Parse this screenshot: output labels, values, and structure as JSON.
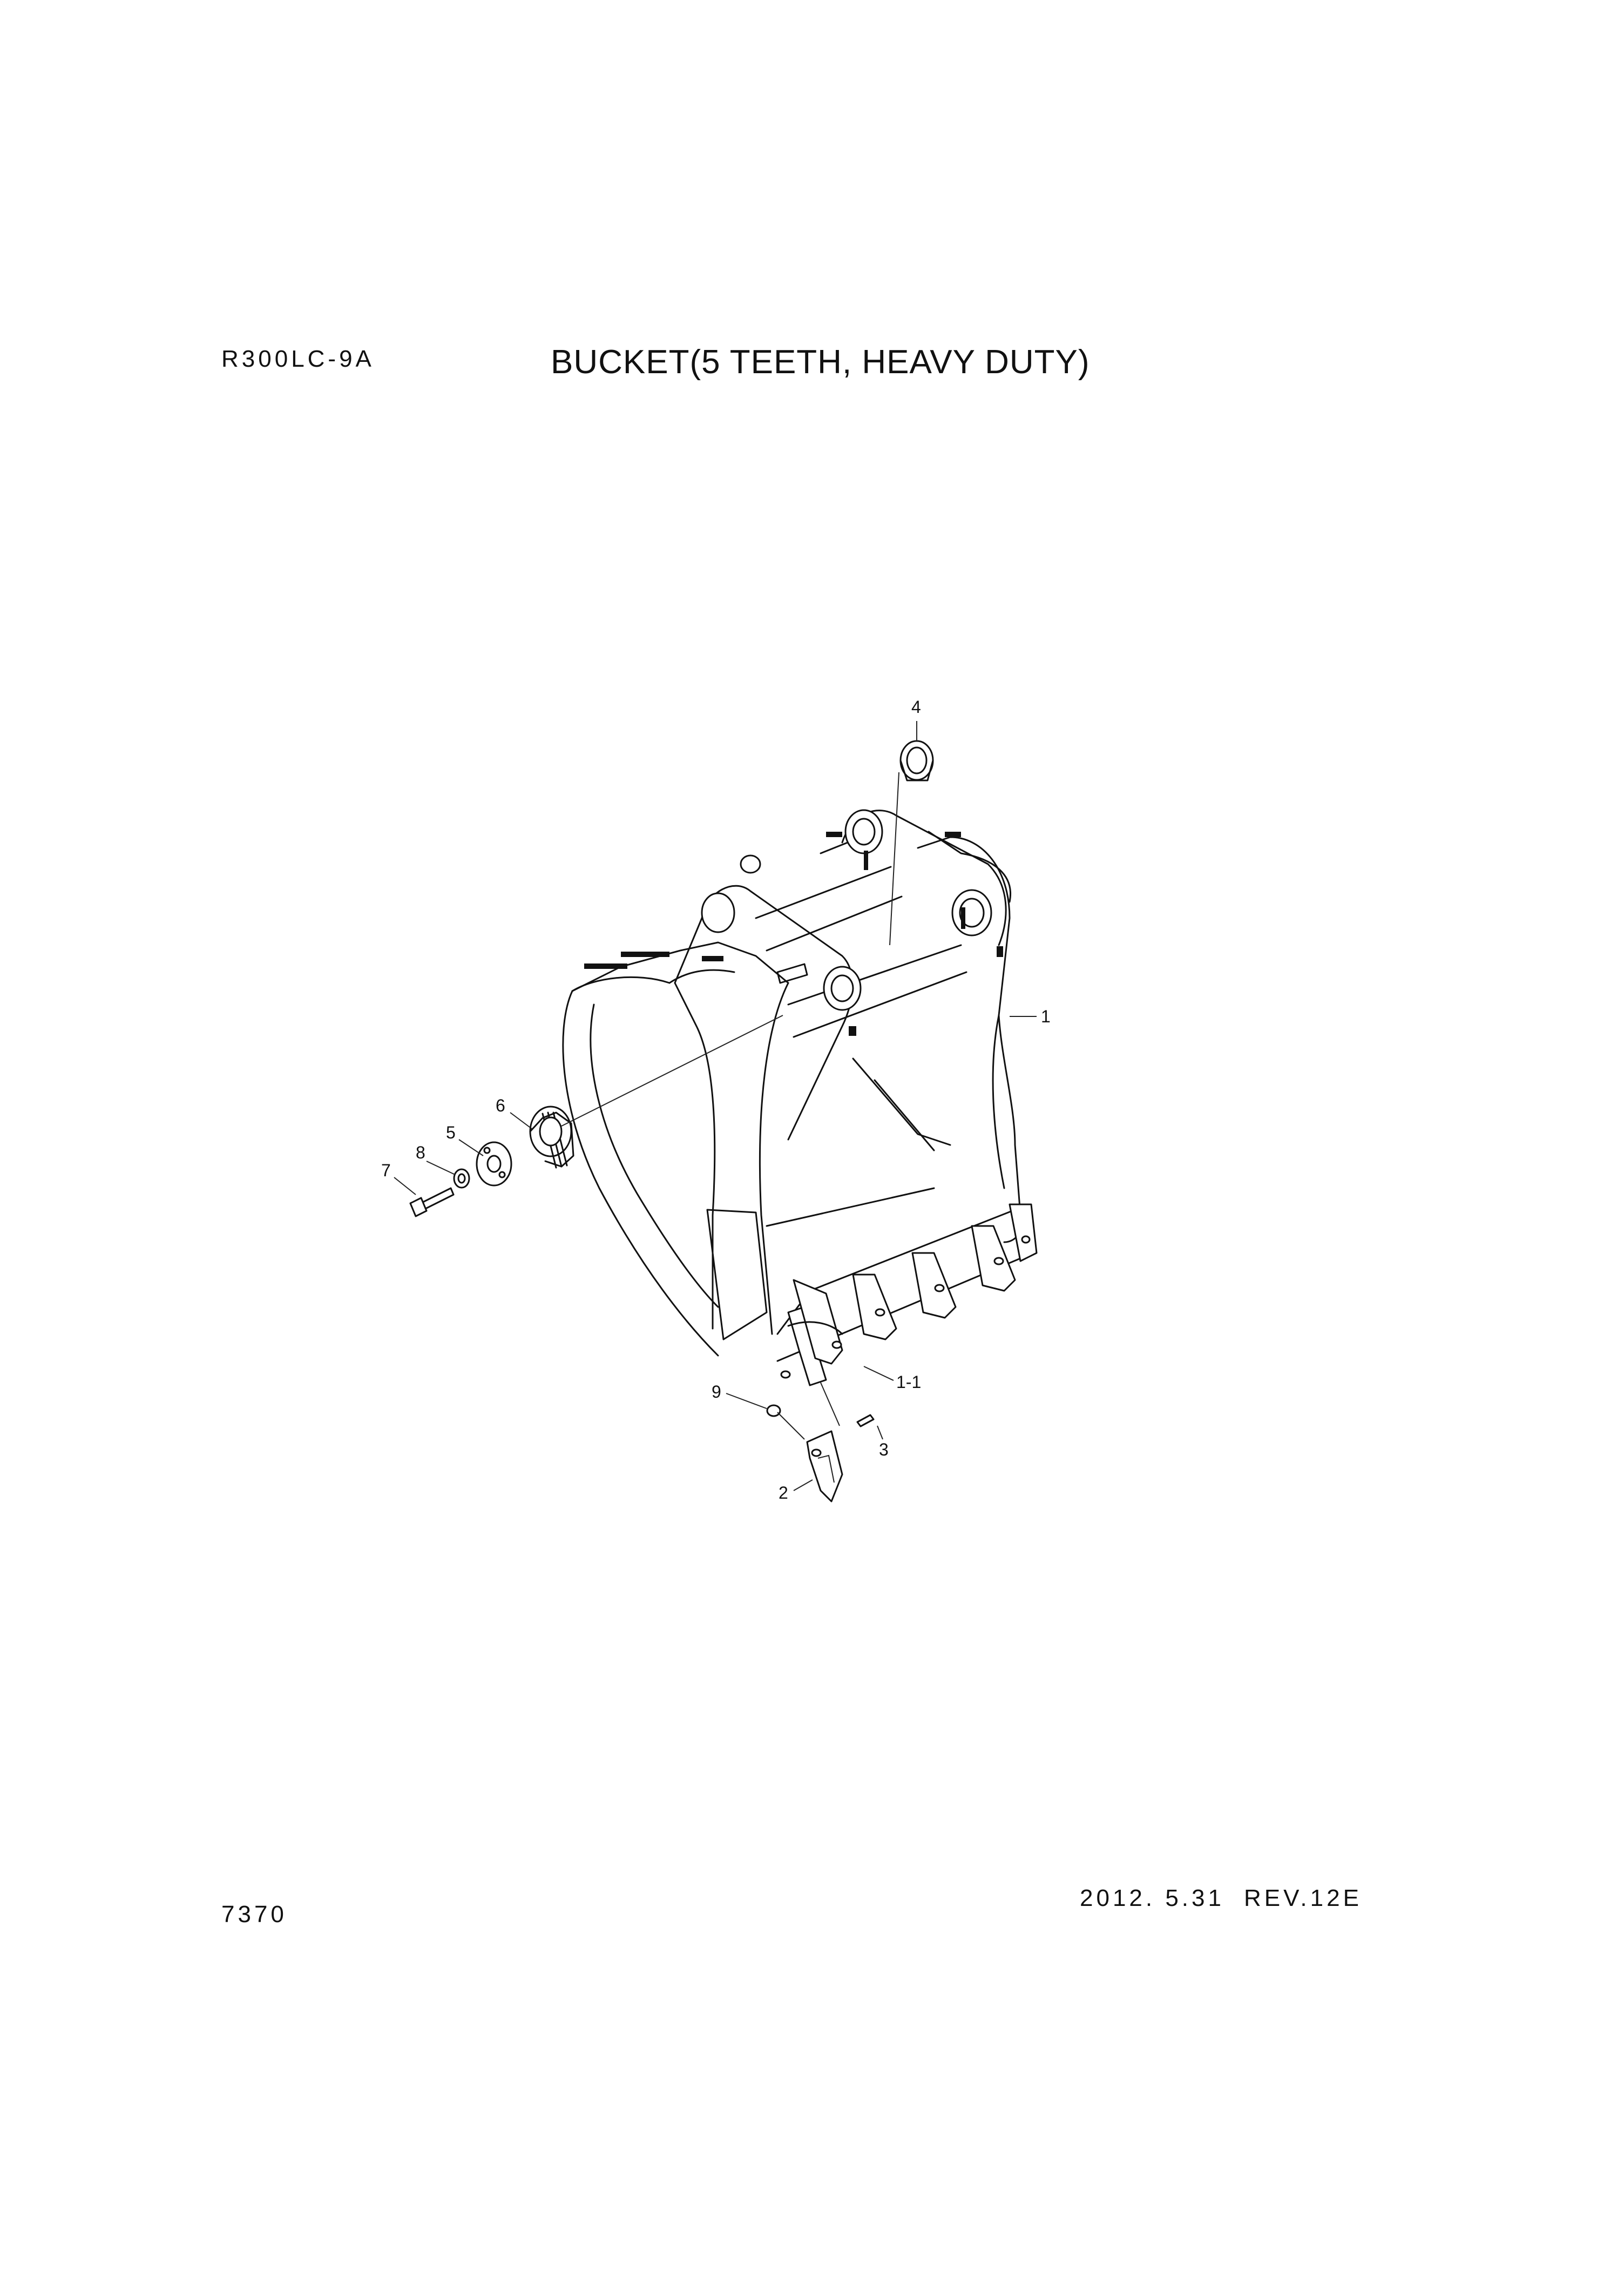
{
  "header": {
    "model": "R300LC-9A",
    "title": "BUCKET(5 TEETH, HEAVY DUTY)"
  },
  "footer": {
    "page_number": "7370",
    "date": "2012. 5.31",
    "revision": "REV.12E"
  },
  "callouts": [
    {
      "id": "c1",
      "label": "1"
    },
    {
      "id": "c1-1",
      "label": "1-1"
    },
    {
      "id": "c2",
      "label": "2"
    },
    {
      "id": "c3",
      "label": "3"
    },
    {
      "id": "c4",
      "label": "4"
    },
    {
      "id": "c5",
      "label": "5"
    },
    {
      "id": "c6",
      "label": "6"
    },
    {
      "id": "c7",
      "label": "7"
    },
    {
      "id": "c8",
      "label": "8"
    },
    {
      "id": "c9",
      "label": "9"
    }
  ]
}
